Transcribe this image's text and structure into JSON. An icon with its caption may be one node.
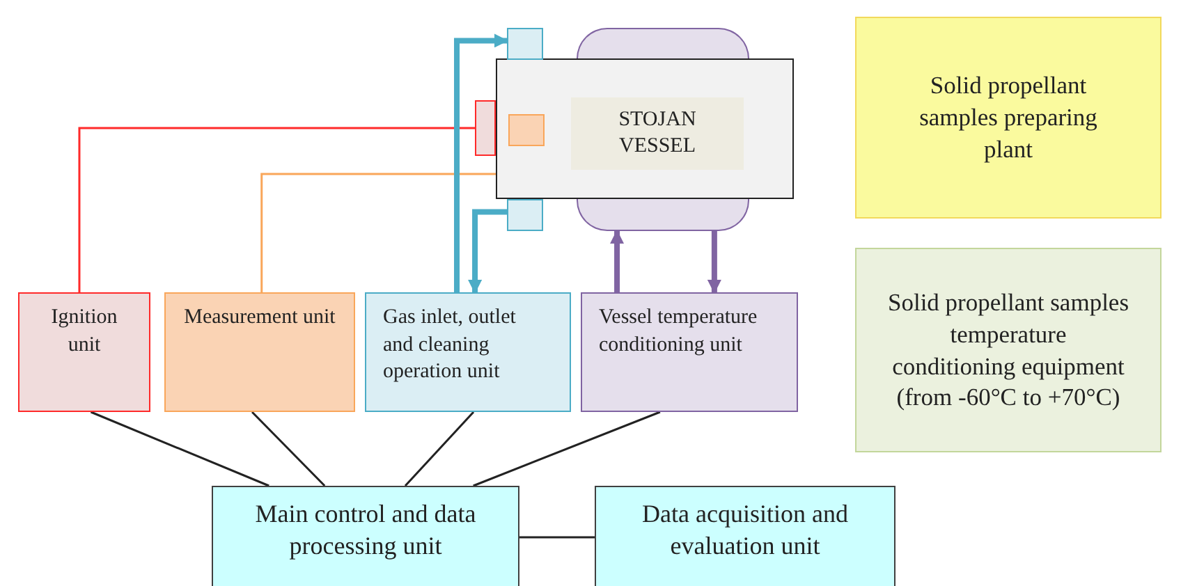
{
  "diagram": {
    "nodes": [
      {
        "text": [],
        "shape": "box"
      },
      {
        "text": [],
        "shape": "box"
      },
      {
        "text": [
          "STOJAN VESSEL"
        ]
      },
      {
        "text": [],
        "shape": "box"
      },
      {
        "text": [],
        "shape": "box"
      },
      {
        "text": [],
        "shape": "box",
        "in": 2
      },
      {
        "text": [],
        "shape": "box"
      },
      {
        "text": [
          "Ignition unit"
        ]
      },
      {
        "text": [
          "Measurement unit"
        ]
      },
      {
        "text": [
          "Gas inlet, outlet and cleaning operation unit"
        ]
      },
      {
        "text": [
          "Vessel temperature conditioning unit"
        ]
      },
      {
        "text": [
          "Main control and data processing unit"
        ]
      },
      {
        "text": [
          "Data acquisition and evaluation unit"
        ]
      },
      {
        "text": [
          "Solid propellant samples preparing plant"
        ]
      },
      {
        "text": [
          "Solid propellant samples temperature conditioning equipment (from -60°C to +70°C)"
        ]
      }
    ],
    "edges": [
      {
        "from": 7,
        "to": 4,
        "arrow": "none",
        "color": "#ff2a2a"
      },
      {
        "from": 8,
        "to": 5,
        "arrow": "none",
        "color": "#f9a65a"
      },
      {
        "from": 9,
        "to": 3,
        "arrow": "to",
        "style": "thick",
        "color": "#4bacc6"
      },
      {
        "from": 6,
        "to": 9,
        "arrow": "to",
        "style": "thick",
        "color": "#4bacc6"
      },
      {
        "from": 10,
        "to": 1,
        "arrow": "to",
        "style": "thick",
        "color": "#8064a2"
      },
      {
        "from": 1,
        "to": 10,
        "arrow": "to",
        "style": "thick",
        "color": "#8064a2"
      },
      {
        "from": 7,
        "to": 11,
        "arrow": "none"
      },
      {
        "from": 8,
        "to": 11,
        "arrow": "none"
      },
      {
        "from": 9,
        "to": 11,
        "arrow": "none"
      },
      {
        "from": 10,
        "to": 11,
        "arrow": "none"
      },
      {
        "from": 11,
        "to": 12,
        "arrow": "none"
      }
    ]
  }
}
